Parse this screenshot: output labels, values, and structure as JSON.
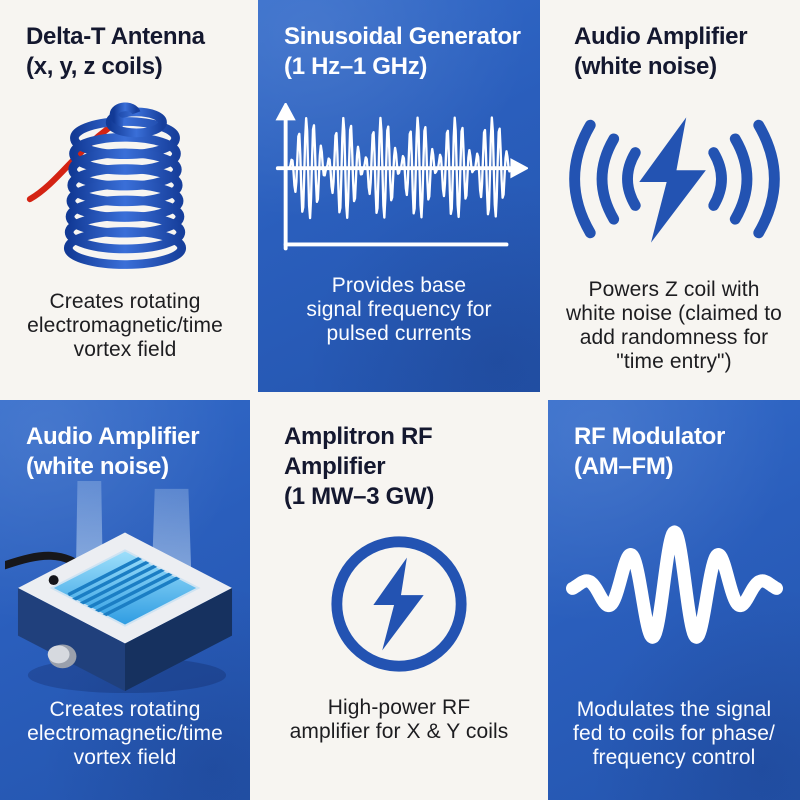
{
  "palette": {
    "blue_cell": "#2a5ebc",
    "icon_blue": "#2353b2",
    "title_navy": "#14182f",
    "body_text": "#1d1d20",
    "card_white": "#f7f5f1",
    "red_wire": "#d42313",
    "white_art": "#ffffff"
  },
  "cards": [
    {
      "name": "delta-t-antenna",
      "style": "light",
      "title_line1": "Delta-T Antenna",
      "title_line2": "(x, y, z coils)",
      "icon": "coil-antenna-illustration",
      "desc_lines": [
        "Creates rotating",
        "electromagnetic/time",
        "vortex field"
      ]
    },
    {
      "name": "sinusoidal-generator",
      "style": "blue",
      "title_line1": "Sinusoidal Generator",
      "title_line2": "(1 Hz–1 GHz)",
      "icon": "am-waveform-plot",
      "desc_lines": [
        "Provides base",
        "signal frequency for",
        "pulsed currents"
      ]
    },
    {
      "name": "audio-amplifier-white-noise-top",
      "style": "light",
      "title_line1": "Audio Amplifier",
      "title_line2": "(white noise)",
      "icon": "lightning-bolt-sound-waves-icon",
      "desc_lines": [
        "Powers Z coil with",
        "white noise (claimed to",
        "add randomness for",
        "\"time entry\")"
      ]
    },
    {
      "name": "audio-amplifier-white-noise-bottom",
      "style": "blue",
      "title_line1": "Audio Amplifier",
      "title_line2": "(white noise)",
      "icon": "amplifier-device-illustration",
      "desc_lines": [
        "Creates rotating",
        "electromagnetic/time",
        "vortex field"
      ]
    },
    {
      "name": "amplitron-rf-amplifier",
      "style": "light",
      "title_line1": "Amplitron RF Amplifier",
      "title_line2": "(1 MW–3 GW)",
      "icon": "lightning-bolt-circle-icon",
      "desc_lines": [
        "High-power RF",
        "amplifier for X & Y coils"
      ]
    },
    {
      "name": "rf-modulator",
      "style": "blue",
      "title_line1": "RF Modulator",
      "title_line2": "(AM–FM)",
      "icon": "wave-packet-icon",
      "desc_lines": [
        "Modulates the signal",
        "fed to coils for phase/",
        "frequency control"
      ]
    }
  ]
}
